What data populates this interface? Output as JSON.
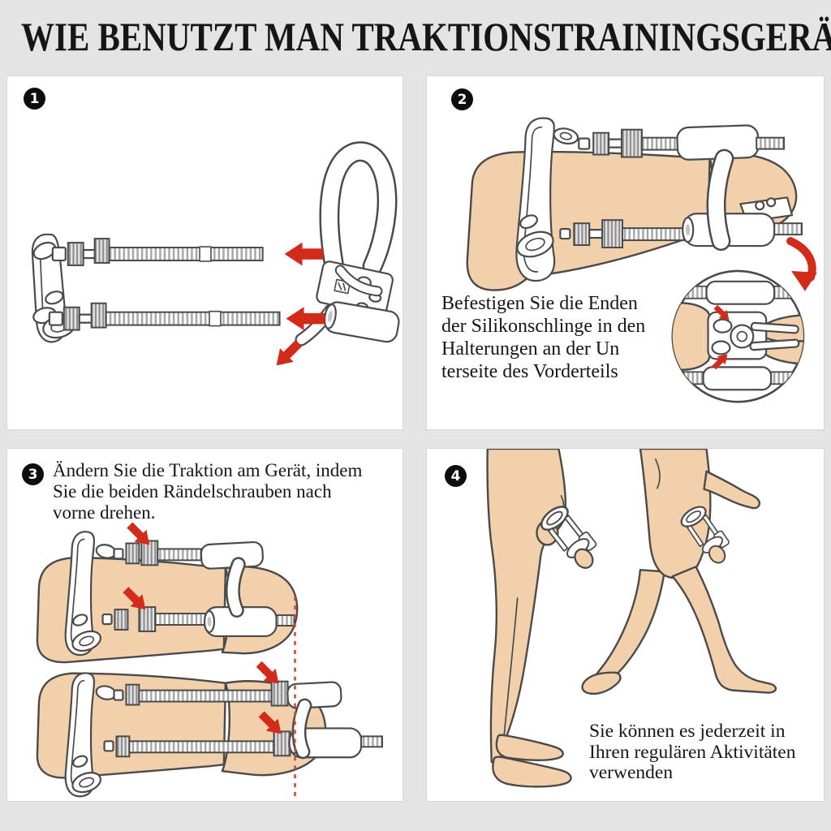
{
  "title": "WIE BENUTZT MAN TRAKTIONSTRAININGSGERÄTE?",
  "steps": [
    {
      "number": "1",
      "caption": ""
    },
    {
      "number": "2",
      "caption": "Befestigen Sie die Enden\nder Silikonschlinge in den\nHalterungen an der Un\nterseite des Vorderteils"
    },
    {
      "number": "3",
      "caption": "Ändern Sie die Traktion am Gerät, indem\nSie die beiden Rändelschrauben nach\nvorne drehen."
    },
    {
      "number": "4",
      "caption": "Sie können es jederzeit in\nIhren regulären Aktivitäten\nverwenden"
    }
  ],
  "colors": {
    "background": "#e4e4e4",
    "panel": "#ffffff",
    "skin": "#f2d0ac",
    "outline": "#4a4a4a",
    "arrow_red": "#d32b1a",
    "text": "#161616"
  }
}
